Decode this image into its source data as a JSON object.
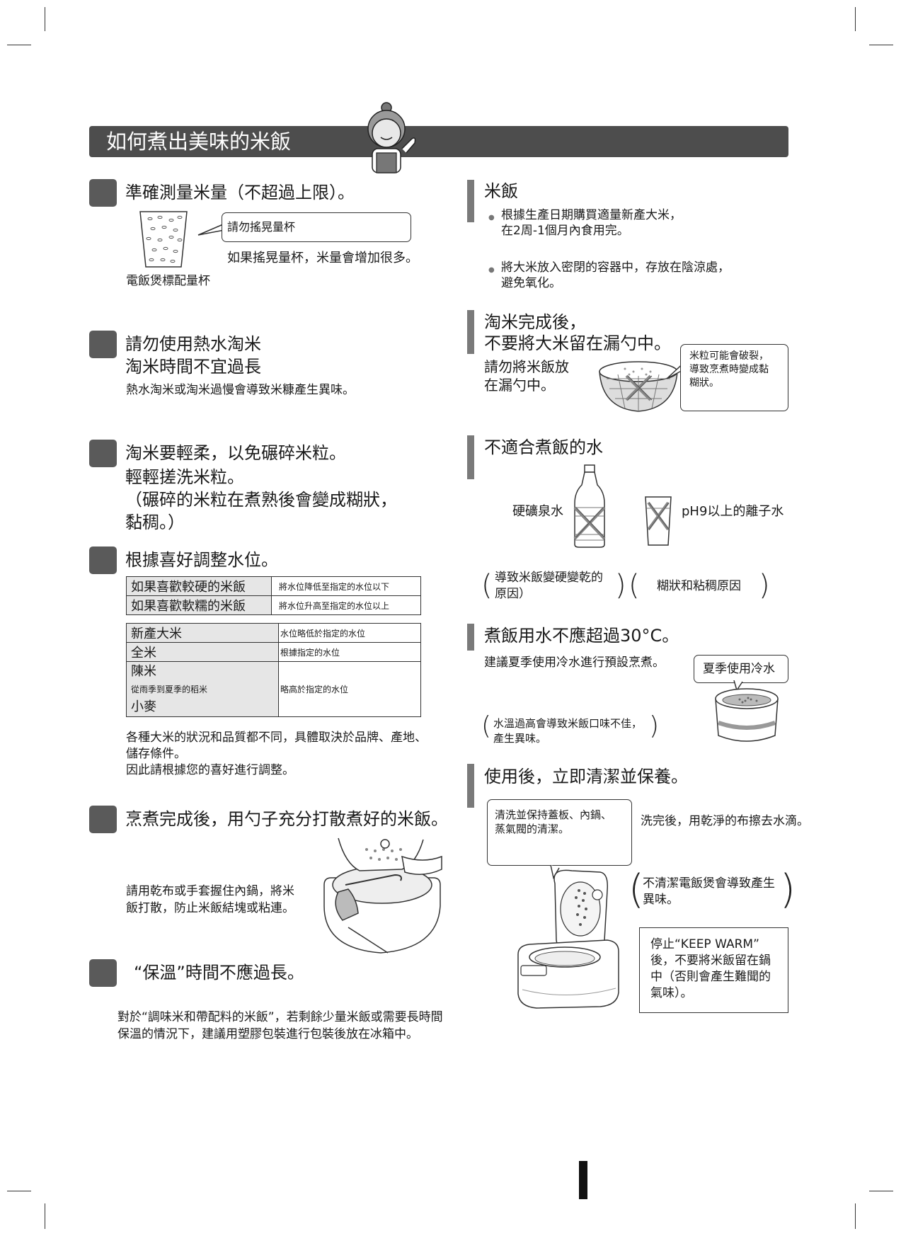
{
  "title": "如何煮出美味的米飯",
  "left": {
    "s1": {
      "heading": "準確測量米量（不超過上限）。",
      "callout": "請勿搖晃量杯",
      "note": "如果搖晃量杯，米量會增加很多。",
      "cup_caption": "電飯煲標配量杯"
    },
    "s2": {
      "heading_1": "請勿使用熱水淘米",
      "heading_2": "淘米時間不宜過長",
      "body": "熱水淘米或淘米過慢會導致米糠產生異味。"
    },
    "s3": {
      "heading": "淘米要輕柔，以免碾碎米粒。",
      "line_2": "輕輕搓洗米粒。",
      "line_3": "（碾碎的米粒在煮熟後會變成糊狀，",
      "line_4": "黏稠。）"
    },
    "s4": {
      "heading": "根據喜好調整水位。",
      "table1": [
        [
          "如果喜歡較硬的米飯",
          "將水位降低至指定的水位以下"
        ],
        [
          "如果喜歡軟糯的米飯",
          "將水位升高至指定的水位以上"
        ]
      ],
      "table2": {
        "new_rice": "新產大米",
        "new_rice_val": "水位略低於指定的水位",
        "brown_rice": "全米",
        "brown_rice_val": "根據指定的水位",
        "old_rice": "陳米",
        "summer_rice": "從雨季到夏季的稻米",
        "wheat": "小麥",
        "old_val": "略高於指定的水位"
      },
      "note_1": "各種大米的狀況和品質都不同，具體取決於品牌、產地、",
      "note_2": "儲存條件。",
      "note_3": "因此請根據您的喜好進行調整。"
    },
    "s5": {
      "heading": "烹煮完成後，用勺子充分打散煮好的米飯。",
      "body_1": "請用乾布或手套握住內鍋，將米",
      "body_2": "飯打散，防止米飯結塊或粘連。"
    },
    "s6": {
      "heading": "“保溫”時間不應過長。",
      "body_1": "對於“調味米和帶配料的米飯”，若剩餘少量米飯或需要長時間",
      "body_2": "保溫的情況下，建議用塑膠包裝進行包裝後放在冰箱中。"
    }
  },
  "right": {
    "r1": {
      "heading": "米飯",
      "b1_1": "根據生產日期購買適量新產大米，",
      "b1_2": "在2周-1個月內食用完。",
      "b2_1": "將大米放入密閉的容器中，存放在陰涼處，",
      "b2_2": "避免氧化。"
    },
    "r2": {
      "heading_1": "淘米完成後，",
      "heading_2": "不要將大米留在漏勺中。",
      "sub_1": "請勿將米飯放",
      "sub_2": "在漏勺中。",
      "callout_1": "米粒可能會破裂，",
      "callout_2": "導致烹煮時變成黏",
      "callout_3": "糊狀。"
    },
    "r3": {
      "heading": "不適合煮飯的水",
      "mineral": "硬礦泉水",
      "ion": "pH9以上的離子水",
      "reason1_1": "導致米飯變硬變乾的",
      "reason1_2": "原因）",
      "reason2": "糊狀和粘稠原因"
    },
    "r4": {
      "heading": "煮飯用水不應超過30°C。",
      "body": "建議夏季使用冷水進行預設烹煮。",
      "callout": "夏季使用冷水",
      "note_1": "水溫過高會導致米飯口味不佳，",
      "note_2": "產生異味。"
    },
    "r5": {
      "heading": "使用後，立即清潔並保養。",
      "callout_1": "清洗並保持蓋板、內鍋、",
      "callout_2": "蒸氣閥的清潔。",
      "wipe": "洗完後，用乾淨的布擦去水滴。",
      "smell_1": "不清潔電飯煲會導致產生",
      "smell_2": "異味。",
      "keep_1": "停止“KEEP WARM”",
      "keep_2": "後，不要將米飯留在鍋",
      "keep_3": "中（否則會產生難聞的",
      "keep_4": "氣味）。"
    }
  }
}
